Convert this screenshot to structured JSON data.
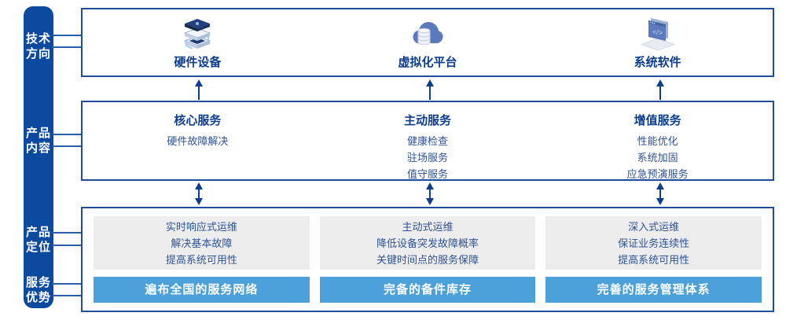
{
  "colors": {
    "sidebar_bg": "#0b4a9e",
    "box_border": "#1f4d9c",
    "heading_text": "#0c3c8e",
    "body_text": "#2e5395",
    "advantage_bar_bg": "#4ba0d9",
    "summary_box_bg": "#ededee",
    "arrow": "#0d3d8f"
  },
  "sidebar": {
    "items": [
      {
        "line1": "技术",
        "line2": "方向"
      },
      {
        "line1": "产品",
        "line2": "内容"
      },
      {
        "line1": "产品",
        "line2": "定位"
      },
      {
        "line1": "服务",
        "line2": "优势"
      }
    ]
  },
  "tech_row": {
    "items": [
      {
        "icon": "server-stack-icon",
        "label": "硬件设备"
      },
      {
        "icon": "cloud-database-icon",
        "label": "虚拟化平台"
      },
      {
        "icon": "code-window-icon",
        "label": "系统软件"
      }
    ]
  },
  "content_row": {
    "items": [
      {
        "title": "核心服务",
        "lines": [
          "硬件故障解决"
        ]
      },
      {
        "title": "主动服务",
        "lines": [
          "健康检查",
          "驻场服务",
          "值守服务"
        ]
      },
      {
        "title": "增值服务",
        "lines": [
          "性能优化",
          "系统加固",
          "应急预演服务"
        ]
      }
    ]
  },
  "positioning_row": {
    "items": [
      {
        "lines": [
          "实时响应式运维",
          "解决基本故障",
          "提高系统可用性"
        ],
        "bar": "遍布全国的服务网络"
      },
      {
        "lines": [
          "主动式运维",
          "降低设备突发故障概率",
          "关键时间点的服务保障"
        ],
        "bar": "完备的备件库存"
      },
      {
        "lines": [
          "深入式运维",
          "保证业务连续性",
          "提高系统可用性"
        ],
        "bar": "完善的服务管理体系"
      }
    ]
  }
}
